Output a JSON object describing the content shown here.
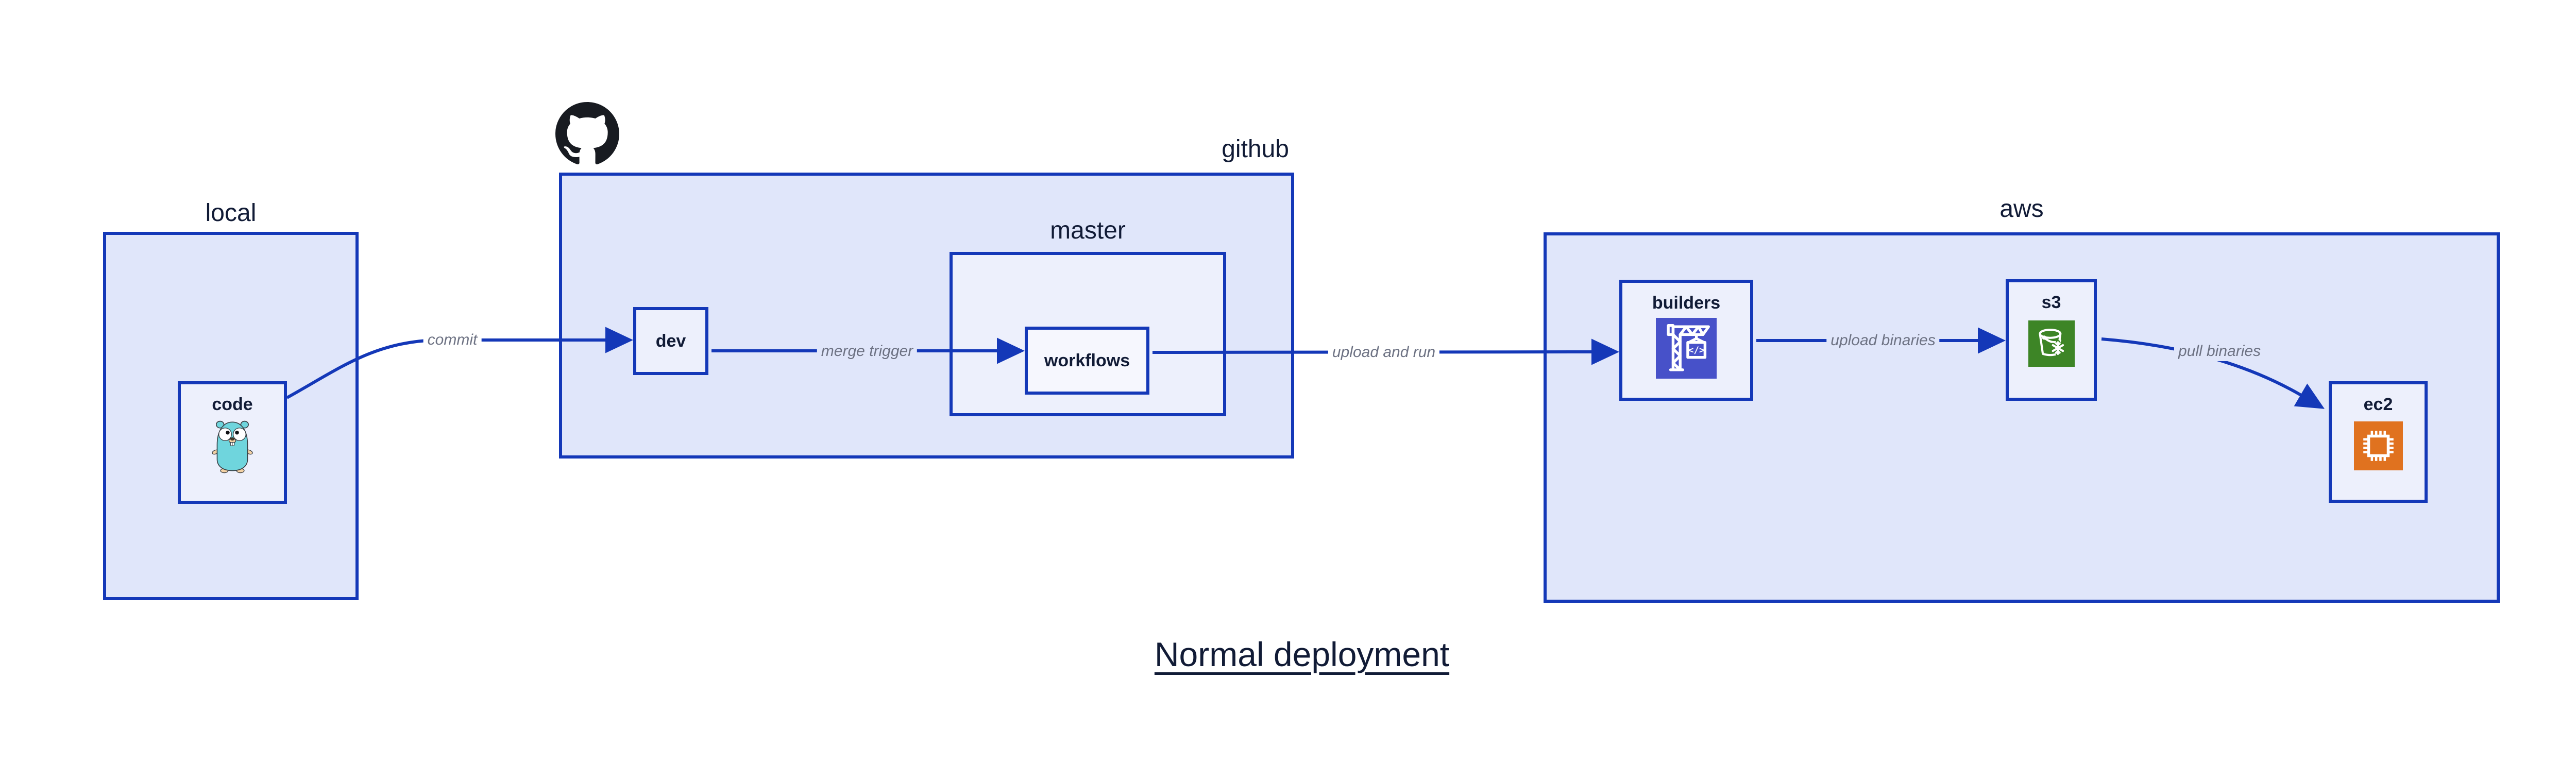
{
  "title": "Normal deployment",
  "groups": {
    "local": {
      "label": "local"
    },
    "github": {
      "label": "github"
    },
    "master": {
      "label": "master"
    },
    "aws": {
      "label": "aws"
    }
  },
  "nodes": {
    "code": {
      "label": "code",
      "icon": "go-gopher-icon"
    },
    "dev": {
      "label": "dev"
    },
    "workflows": {
      "label": "workflows"
    },
    "builders": {
      "label": "builders",
      "icon": "aws-codebuild-crane-icon"
    },
    "s3": {
      "label": "s3",
      "icon": "aws-s3-glacier-bucket-icon"
    },
    "ec2": {
      "label": "ec2",
      "icon": "aws-ec2-chip-icon"
    }
  },
  "edges": {
    "commit": {
      "label": "commit",
      "from": "code",
      "to": "dev"
    },
    "merge_trigger": {
      "label": "merge trigger",
      "from": "dev",
      "to": "workflows"
    },
    "upload_and_run": {
      "label": "upload and run",
      "from": "workflows",
      "to": "builders"
    },
    "upload_binaries": {
      "label": "upload binaries",
      "from": "builders",
      "to": "s3"
    },
    "pull_binaries": {
      "label": "pull binaries",
      "from": "s3",
      "to": "ec2"
    }
  },
  "icons": {
    "github_logo": "github-octocat-icon"
  },
  "colors": {
    "canvas": "#ffffff",
    "border-blue": "#1438b8",
    "group-fill": "#e0e6fa",
    "master-fill": "#edf0fc",
    "node-fill": "#edf0fc",
    "workflows-fill": "#f6f7fe",
    "text-navy": "#111b36",
    "edge-label": "#6d7283",
    "octocat": "#181b21",
    "codebuild": "#4751c9",
    "s3-green": "#3d8526",
    "ec2-orange": "#e0721f",
    "gopher-teal": "#6fd5dd",
    "gopher-skin": "#f3d1a4"
  }
}
